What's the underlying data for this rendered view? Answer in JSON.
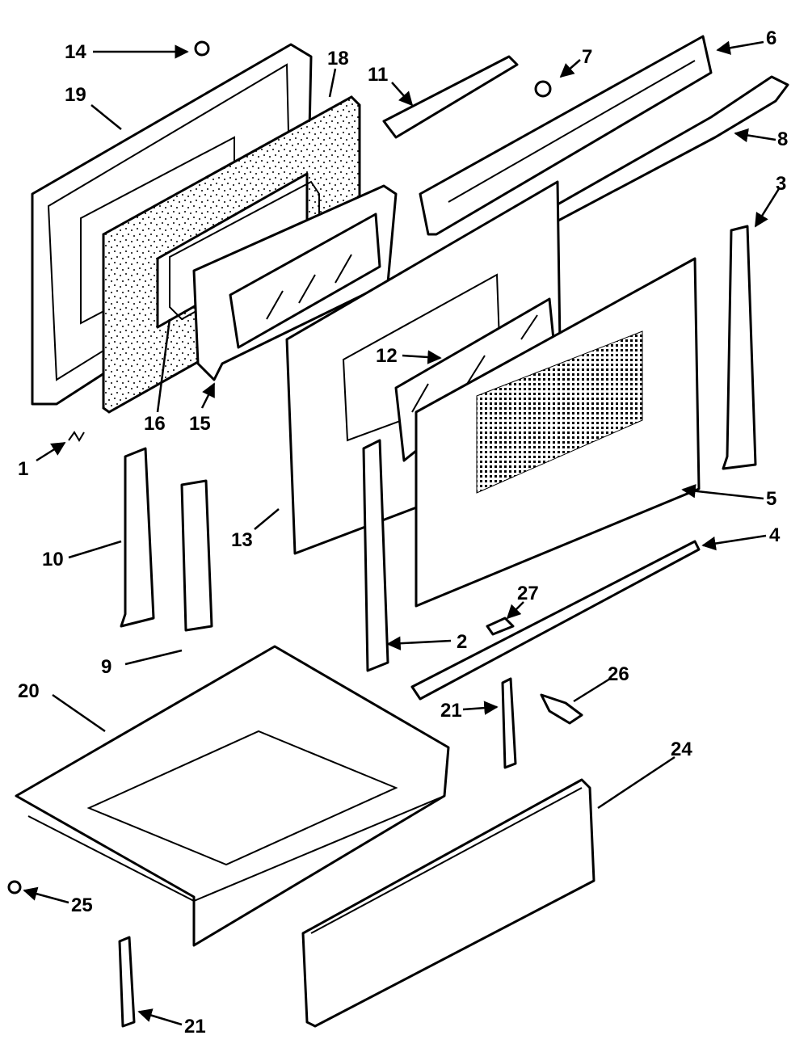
{
  "diagram": {
    "colors": {
      "ink": "#000000",
      "paper": "#ffffff"
    },
    "callouts": [
      "1",
      "2",
      "3",
      "4",
      "5",
      "6",
      "7",
      "8",
      "9",
      "10",
      "11",
      "12",
      "13",
      "14",
      "15",
      "16",
      "18",
      "19",
      "20",
      "21",
      "21",
      "24",
      "25",
      "26",
      "27"
    ]
  }
}
